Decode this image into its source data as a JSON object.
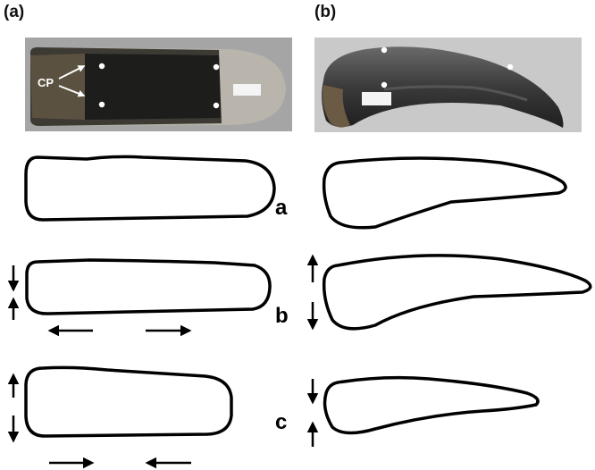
{
  "panels": [
    {
      "id": "a",
      "label": "(a)"
    },
    {
      "id": "b",
      "label": "(b)"
    }
  ],
  "photo_a": {
    "annotation": "CP"
  },
  "rows": [
    {
      "id": "a",
      "label": "a"
    },
    {
      "id": "b",
      "label": "b"
    },
    {
      "id": "c",
      "label": "c"
    }
  ],
  "colors": {
    "outline": "#000000",
    "photo_bg": "#9c9c9c",
    "specimen_dark": "#2a2a2a"
  }
}
